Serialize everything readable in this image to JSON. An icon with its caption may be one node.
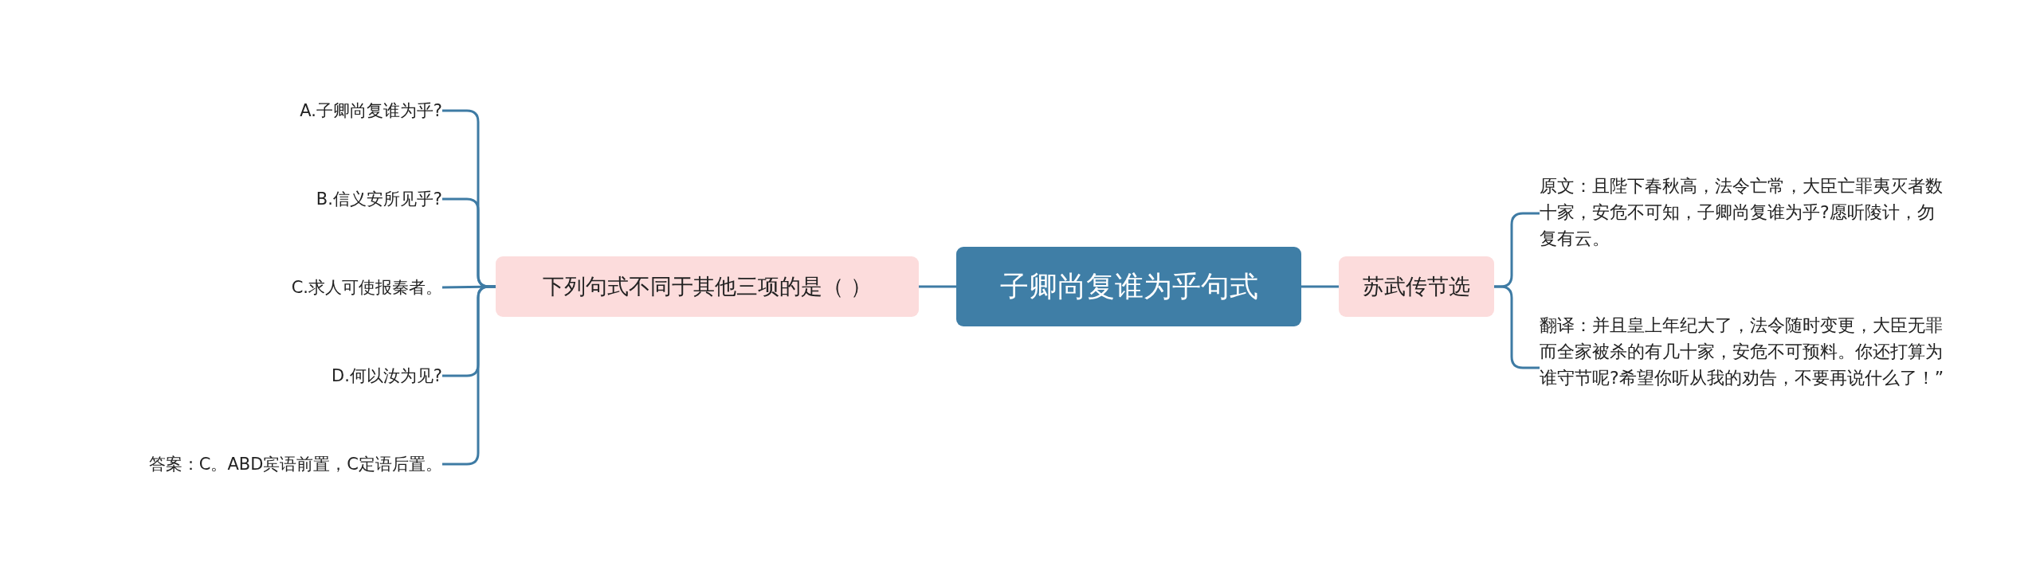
{
  "diagram": {
    "nodes": [
      {
        "text": [
          "子卿尚复谁为乎句式"
        ]
      },
      {
        "text": [
          "下列句式不同于其他三项的是（ ）"
        ]
      },
      {
        "text": [
          "A.子卿尚复谁为乎?"
        ]
      },
      {
        "text": [
          "B.信义安所见乎?"
        ]
      },
      {
        "text": [
          "C.求人可使报秦者。"
        ]
      },
      {
        "text": [
          "D.何以汝为见?"
        ]
      },
      {
        "text": [
          "答案：C。ABD宾语前置，C定语后置。"
        ]
      },
      {
        "text": [
          "苏武传节选"
        ]
      },
      {
        "text": [
          "原文：且陛下春秋高，法令亡常，大臣亡罪夷灭者数十家，安危不可知，子卿尚复谁为乎?愿听陵计，勿复有云。"
        ]
      },
      {
        "text": [
          "翻译：并且皇上年纪大了，法令随时变更，大臣无罪而全家被杀的有几十家，安危不可预料。你还打算为谁守节呢?希望你听从我的劝告，不要再说什么了！”"
        ]
      }
    ],
    "edges": [
      {
        "from": 0,
        "to": 1,
        "arrow": "none"
      },
      {
        "from": 1,
        "to": 2,
        "arrow": "none"
      },
      {
        "from": 1,
        "to": 3,
        "arrow": "none"
      },
      {
        "from": 1,
        "to": 4,
        "arrow": "none"
      },
      {
        "from": 1,
        "to": 5,
        "arrow": "none"
      },
      {
        "from": 1,
        "to": 6,
        "arrow": "none"
      },
      {
        "from": 0,
        "to": 7,
        "arrow": "none"
      },
      {
        "from": 7,
        "to": 8,
        "arrow": "none"
      },
      {
        "from": 7,
        "to": 9,
        "arrow": "none"
      }
    ]
  }
}
